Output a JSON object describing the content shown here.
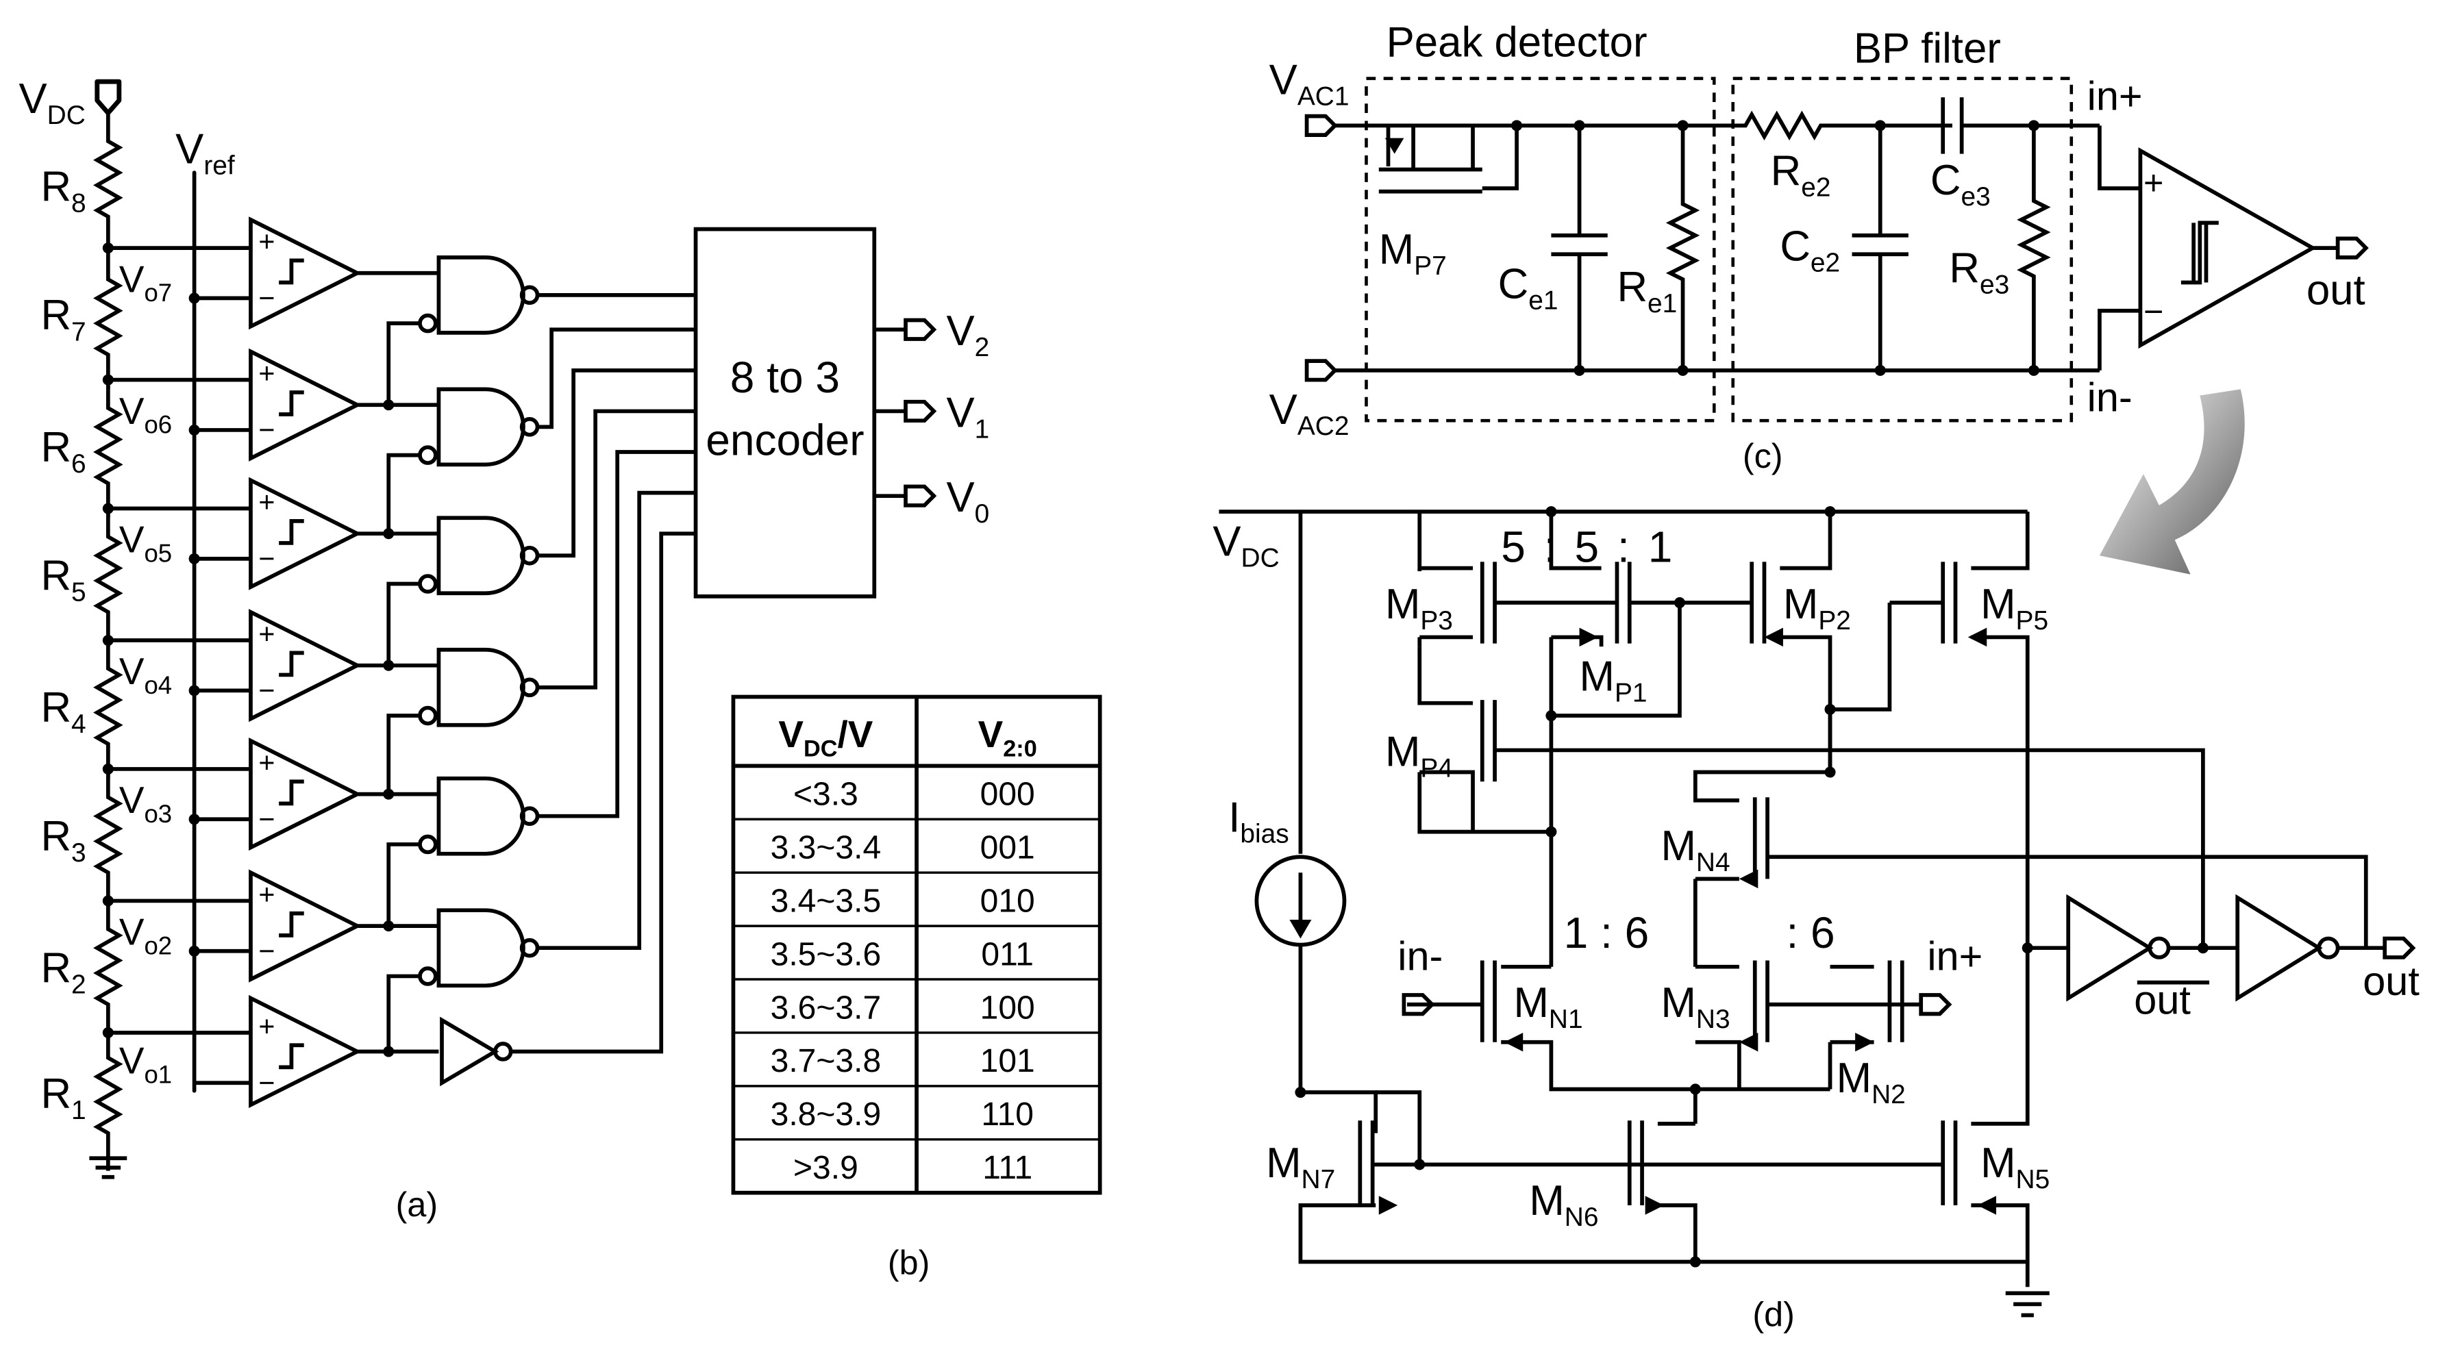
{
  "panels": {
    "a": {
      "caption": "(a)",
      "vdc": {
        "main": "V",
        "sub": "DC"
      },
      "vref": {
        "main": "V",
        "sub": "ref"
      },
      "resistors": [
        {
          "main": "R",
          "sub": "8"
        },
        {
          "main": "R",
          "sub": "7"
        },
        {
          "main": "R",
          "sub": "6"
        },
        {
          "main": "R",
          "sub": "5"
        },
        {
          "main": "R",
          "sub": "4"
        },
        {
          "main": "R",
          "sub": "3"
        },
        {
          "main": "R",
          "sub": "2"
        },
        {
          "main": "R",
          "sub": "1"
        }
      ],
      "taps": [
        {
          "main": "V",
          "sub": "o7"
        },
        {
          "main": "V",
          "sub": "o6"
        },
        {
          "main": "V",
          "sub": "o5"
        },
        {
          "main": "V",
          "sub": "o4"
        },
        {
          "main": "V",
          "sub": "o3"
        },
        {
          "main": "V",
          "sub": "o2"
        },
        {
          "main": "V",
          "sub": "o1"
        }
      ],
      "encoder": {
        "line1": "8 to 3",
        "line2": "encoder"
      },
      "outputs": [
        {
          "main": "V",
          "sub": "2"
        },
        {
          "main": "V",
          "sub": "1"
        },
        {
          "main": "V",
          "sub": "0"
        }
      ]
    },
    "b": {
      "caption": "(b)",
      "headers": [
        {
          "main": "V",
          "sub": "DC",
          "tail": "/V"
        },
        {
          "main": "V",
          "sub": "2:0",
          "tail": ""
        }
      ],
      "rows": [
        [
          "<3.3",
          "000"
        ],
        [
          "3.3~3.4",
          "001"
        ],
        [
          "3.4~3.5",
          "010"
        ],
        [
          "3.5~3.6",
          "011"
        ],
        [
          "3.6~3.7",
          "100"
        ],
        [
          "3.7~3.8",
          "101"
        ],
        [
          "3.8~3.9",
          "110"
        ],
        [
          ">3.9",
          "111"
        ]
      ]
    },
    "c": {
      "caption": "(c)",
      "peak_detector": "Peak detector",
      "bp_filter": "BP filter",
      "vac1": {
        "main": "V",
        "sub": "AC1"
      },
      "vac2": {
        "main": "V",
        "sub": "AC2"
      },
      "mp7": {
        "main": "M",
        "sub": "P7"
      },
      "ce1": {
        "main": "C",
        "sub": "e1"
      },
      "re1": {
        "main": "R",
        "sub": "e1"
      },
      "re2": {
        "main": "R",
        "sub": "e2"
      },
      "ce2": {
        "main": "C",
        "sub": "e2"
      },
      "ce3": {
        "main": "C",
        "sub": "e3"
      },
      "re3": {
        "main": "R",
        "sub": "e3"
      },
      "in_plus": "in+",
      "in_minus": "in-",
      "out": "out",
      "plus_sign": "+",
      "minus_sign": "−"
    },
    "d": {
      "caption": "(d)",
      "vdc": {
        "main": "V",
        "sub": "DC"
      },
      "ibias": {
        "main": "I",
        "sub": "bias"
      },
      "ratio_p": "5  :  5  :  1",
      "ratio_n1": "1  :  6",
      "ratio_n2": ":    6",
      "transistors": {
        "mp1": {
          "main": "M",
          "sub": "P1"
        },
        "mp2": {
          "main": "M",
          "sub": "P2"
        },
        "mp3": {
          "main": "M",
          "sub": "P3"
        },
        "mp4": {
          "main": "M",
          "sub": "P4"
        },
        "mp5": {
          "main": "M",
          "sub": "P5"
        },
        "mn1": {
          "main": "M",
          "sub": "N1"
        },
        "mn2": {
          "main": "M",
          "sub": "N2"
        },
        "mn3": {
          "main": "M",
          "sub": "N3"
        },
        "mn4": {
          "main": "M",
          "sub": "N4"
        },
        "mn5": {
          "main": "M",
          "sub": "N5"
        },
        "mn6": {
          "main": "M",
          "sub": "N6"
        },
        "mn7": {
          "main": "M",
          "sub": "N7"
        }
      },
      "in_minus": "in-",
      "in_plus": "in+",
      "out_bar": "out",
      "out": "out"
    }
  }
}
